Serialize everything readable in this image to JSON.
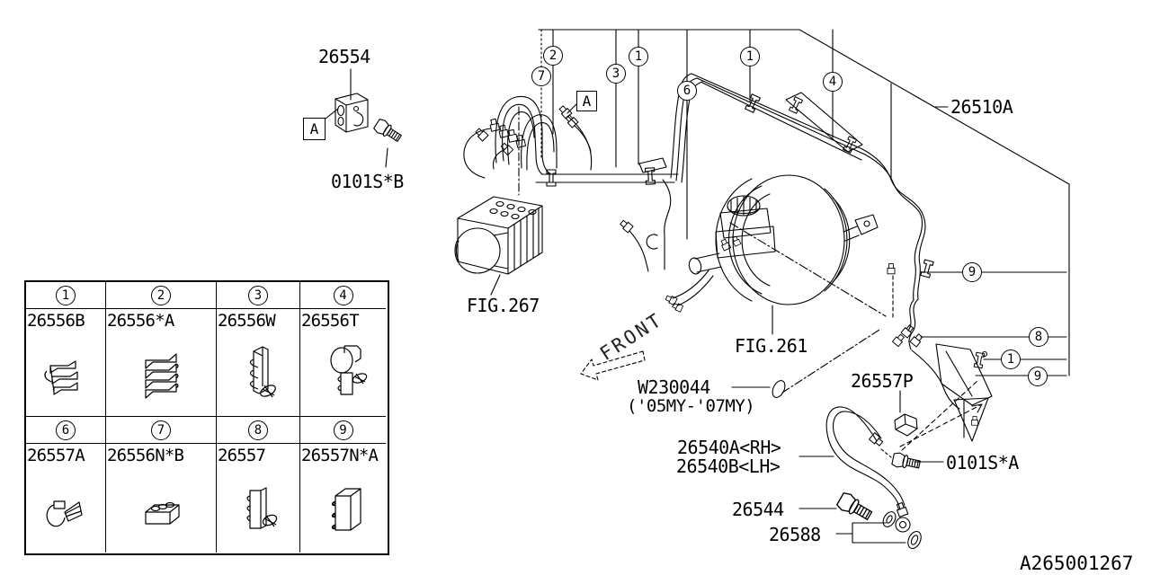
{
  "page": {
    "footer_code": "A265001267",
    "ink_color": "#000000",
    "background": "#ffffff"
  },
  "standalone_assembly": {
    "part_label": "26554",
    "bolt_label": "0101S*B",
    "view_marker": "A"
  },
  "legend": {
    "cells": [
      {
        "num": "1",
        "code": "26556B",
        "icon": "wavy-clamp-clip"
      },
      {
        "num": "2",
        "code": "26556*A",
        "icon": "stacked-zigzag-clip"
      },
      {
        "num": "3",
        "code": "26556W",
        "icon": "ladder-clip-with-pin"
      },
      {
        "num": "4",
        "code": "26556T",
        "icon": "ring-clip-with-pin"
      },
      {
        "num": "6",
        "code": "26557A",
        "icon": "c-clip-with-fan"
      },
      {
        "num": "7",
        "code": "26556N*B",
        "icon": "block-clip-three-holes"
      },
      {
        "num": "8",
        "code": "26557",
        "icon": "ladder-clip-with-pin"
      },
      {
        "num": "9",
        "code": "26557N*A",
        "icon": "tall-block-clip"
      }
    ]
  },
  "diagram": {
    "view_marker": "A",
    "pipe_assembly_label": "26510A",
    "abs_unit_ref": "FIG.267",
    "booster_ref": "FIG.261",
    "front_label": "FRONT",
    "grommet_label": "W230044",
    "grommet_note": "('05MY-'07MY)",
    "clip_label": "26557P",
    "hose_label_rh": "26540A<RH>",
    "hose_label_lh": "26540B<LH>",
    "bolt_label": "0101S*A",
    "union_bolt_label": "26544",
    "gasket_label": "26588",
    "callouts": [
      {
        "num": "2"
      },
      {
        "num": "7"
      },
      {
        "num": "3"
      },
      {
        "num": "1"
      },
      {
        "num": "6"
      },
      {
        "num": "1"
      },
      {
        "num": "4"
      },
      {
        "num": "9"
      },
      {
        "num": "8"
      },
      {
        "num": "1"
      },
      {
        "num": "9"
      }
    ]
  }
}
